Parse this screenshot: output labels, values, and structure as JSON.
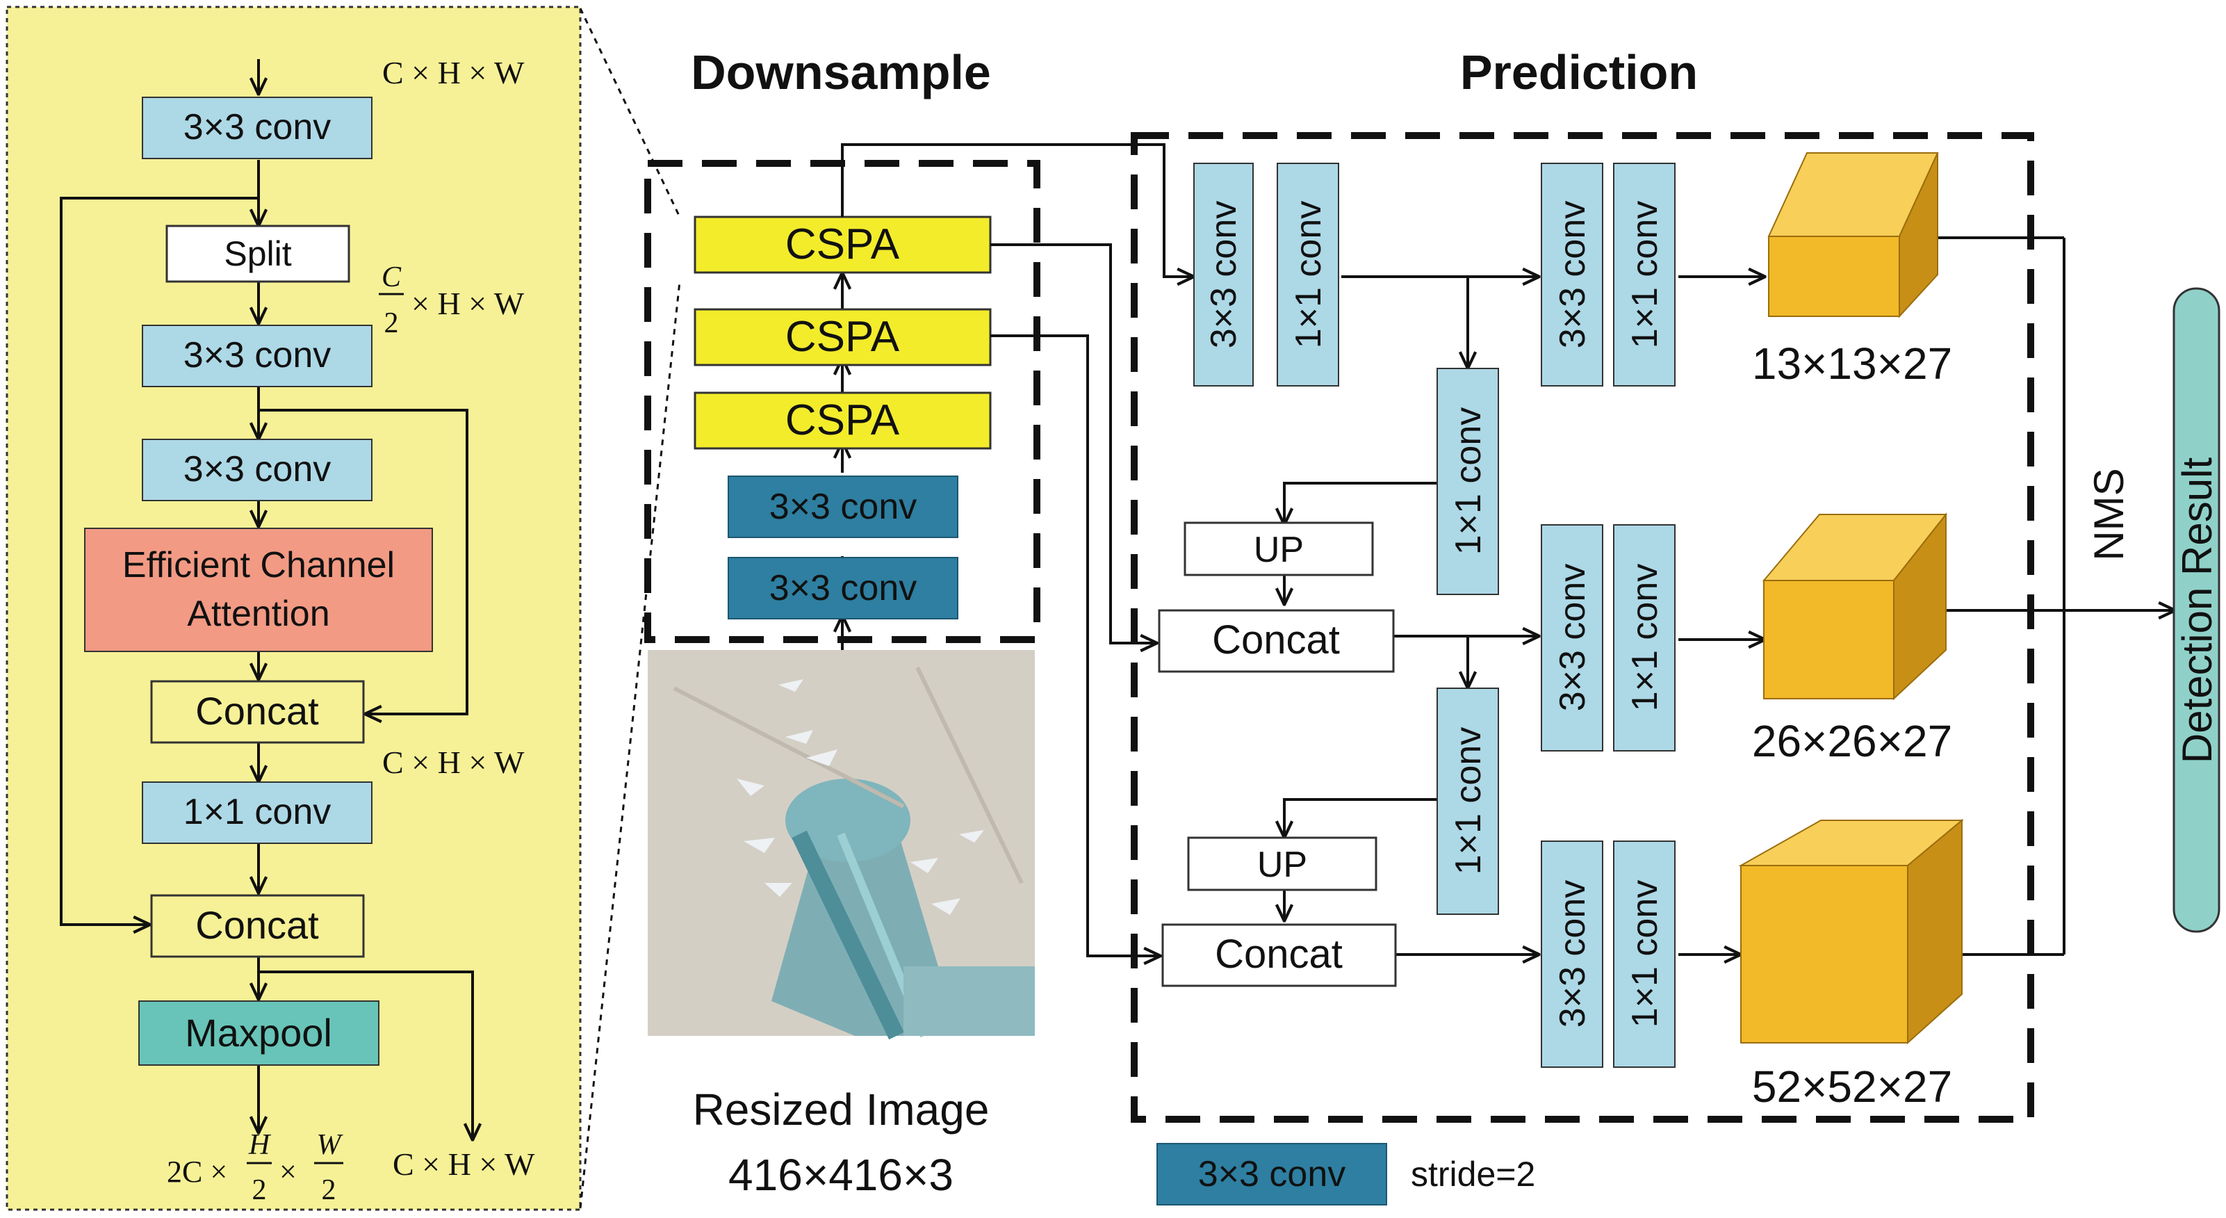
{
  "colors": {
    "panel_fill": "#f6f196",
    "light_blue": "#add8e6",
    "dark_teal": "#2e7fa1",
    "yellow": "#f3ec2b",
    "salmon": "#f29a84",
    "maxpool": "#68c4b8",
    "cube_front": "#f2b928",
    "cube_side": "#c88f16",
    "cube_top": "#f7cf59",
    "result_pill": "#8fd1c9"
  },
  "titles": {
    "downsample": "Downsample",
    "prediction": "Prediction"
  },
  "panel": {
    "dim_top": "C × H × W",
    "dim_split_frac_num": "C",
    "dim_split_frac_den": "2",
    "dim_split_rest": "× H × W",
    "dim_mid": "C × H × W",
    "dim_bottom_right": "C × H × W",
    "dim_bottom_left_pre": "2C ×",
    "dim_bottom_left_h_num": "H",
    "dim_bottom_left_h_den": "2",
    "dim_bottom_left_mid": "×",
    "dim_bottom_left_w_num": "W",
    "dim_bottom_left_w_den": "2",
    "conv1": "3×3 conv",
    "split": "Split",
    "conv2": "3×3 conv",
    "conv3": "3×3 conv",
    "eca_line1": "Efficient Channel",
    "eca_line2": "Attention",
    "concat1": "Concat",
    "conv1x1": "1×1 conv",
    "concat2": "Concat",
    "maxpool": "Maxpool"
  },
  "downsample": {
    "cspa1": "CSPA",
    "cspa2": "CSPA",
    "cspa3": "CSPA",
    "conv_a": "3×3 conv",
    "conv_b": "3×3 conv",
    "image_label_line1": "Resized Image",
    "image_label_line2": "416×416×3"
  },
  "prediction": {
    "r1_conv3": "3×3 conv",
    "r1_conv1": "1×1 conv",
    "r1_conv3b": "3×3 conv",
    "r1_conv1b": "1×1 conv",
    "side1": "1×1 conv",
    "up1": "UP",
    "concat_mid": "Concat",
    "r2_conv3": "3×3 conv",
    "r2_conv1": "1×1 conv",
    "side2": "1×1 conv",
    "up2": "UP",
    "concat_bot": "Concat",
    "r3_conv3": "3×3 conv",
    "r3_conv1": "1×1 conv",
    "out1": "13×13×27",
    "out2": "26×26×27",
    "out3": "52×52×27"
  },
  "nms": "NMS",
  "detection_result": "Detection Result",
  "legend": {
    "box": "3×3 conv",
    "text": "stride=2"
  }
}
